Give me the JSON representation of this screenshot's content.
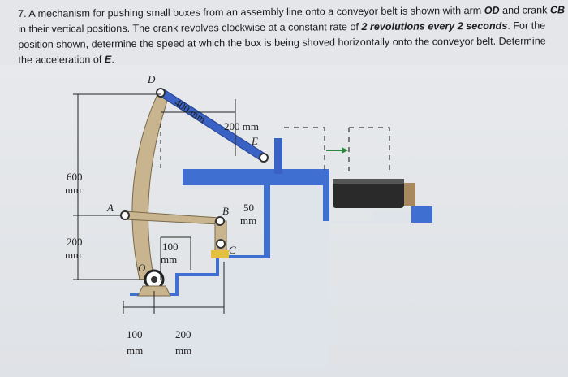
{
  "problem": {
    "line1_a": "7. A mechanism for pushing small boxes from an assembly line onto a conveyor belt is shown with arm ",
    "line1_od": "OD",
    "line1_b": " and crank ",
    "line1_cb": "CB",
    "line2_a": "in their vertical positions. The crank revolves clockwise at a constant rate of ",
    "line2_rate": "2 revolutions every 2 seconds",
    "line2_b": ". For the",
    "line3": "position shown, determine the speed at which the box is being shoved horizontally onto the conveyor belt. Determine",
    "line4_a": "the acceleration of ",
    "line4_e": "E",
    "line4_b": "."
  },
  "figure": {
    "points": {
      "D": "D",
      "E": "E",
      "A": "A",
      "B": "B",
      "C": "C",
      "O": "O"
    },
    "dims": {
      "od_length": "400 mm",
      "de_horizontal": "200 mm",
      "height_total_value": "600",
      "height_total_unit": "mm",
      "height_a_value": "200",
      "height_a_unit": "mm",
      "cb_length_value": "50",
      "cb_length_unit": "mm",
      "vertical_offset_value": "100",
      "vertical_offset_unit": "mm",
      "bottom_left_value": "100",
      "bottom_left_unit": "mm",
      "bottom_right_value": "200",
      "bottom_right_unit": "mm"
    },
    "colors": {
      "link_blue": "#3a62c4",
      "arm_tan": "#c8b48e",
      "surface_blue": "#3f6fd0",
      "belt_dark": "#2a2a2a"
    }
  }
}
